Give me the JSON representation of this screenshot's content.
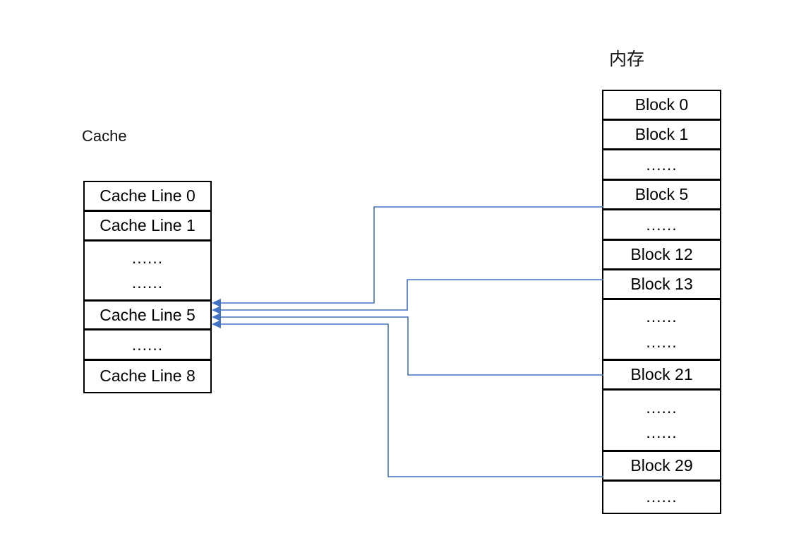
{
  "diagram": {
    "cache": {
      "title": "Cache",
      "rows": [
        {
          "text": "Cache Line 0"
        },
        {
          "text": "Cache Line 1"
        },
        {
          "lines": [
            "......",
            "......"
          ]
        },
        {
          "text": "Cache Line 5"
        },
        {
          "text": "......"
        },
        {
          "text": "Cache Line 8"
        }
      ]
    },
    "memory": {
      "title": "内存",
      "rows": [
        {
          "text": "Block 0"
        },
        {
          "text": "Block 1"
        },
        {
          "text": "......"
        },
        {
          "text": "Block 5"
        },
        {
          "text": "......"
        },
        {
          "text": "Block 12"
        },
        {
          "text": "Block 13"
        },
        {
          "lines": [
            "......",
            "......"
          ]
        },
        {
          "text": "Block 21"
        },
        {
          "lines": [
            "......",
            "......"
          ]
        },
        {
          "text": "Block 29"
        },
        {
          "text": "......"
        }
      ]
    },
    "connections": [
      {
        "from": "Block 5",
        "to": "Cache Line 5"
      },
      {
        "from": "Block 13",
        "to": "Cache Line 5"
      },
      {
        "from": "Block 21",
        "to": "Cache Line 5"
      },
      {
        "from": "Block 29",
        "to": "Cache Line 5"
      }
    ],
    "colors": {
      "connector": "#4472C4",
      "border": "#000000",
      "background": "#FFFFFF"
    }
  }
}
